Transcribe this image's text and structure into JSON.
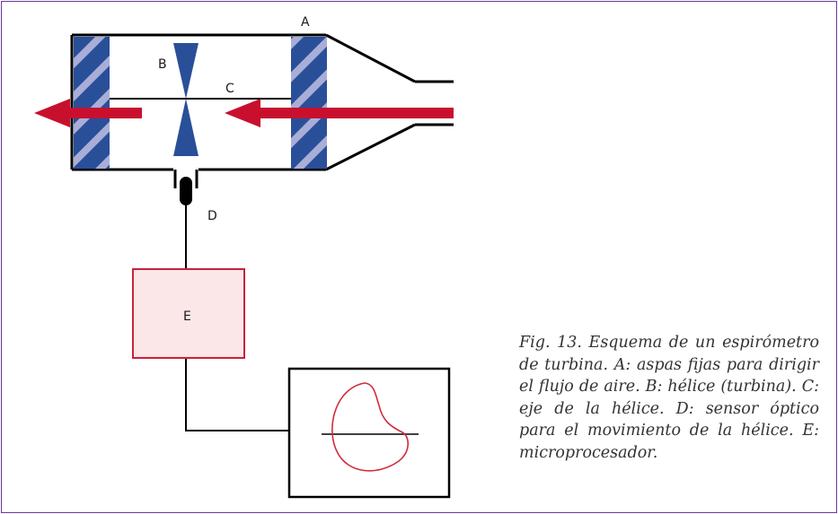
{
  "labels": {
    "a": "A",
    "b": "B",
    "c": "C",
    "d": "D",
    "e": "E"
  },
  "caption": "Fig. 13. Esquema de un espiróme­tro de turbina. A: aspas fijas para dirigir el flujo de aire. B: hélice (turbina). C: eje de la hélice. D: sensor óptico para el movimiento de la hélice. E: microprocesador.",
  "colors": {
    "frame": "#6a3a96",
    "vane": "#2a4f99",
    "vane_stripe": "#a8aed8",
    "propeller": "#2a4f99",
    "airflow_arrow": "#c8102e",
    "processor_border": "#c8223c",
    "processor_fill": "#fbe6e8",
    "curve": "#d12b3c",
    "outline": "#000000"
  }
}
